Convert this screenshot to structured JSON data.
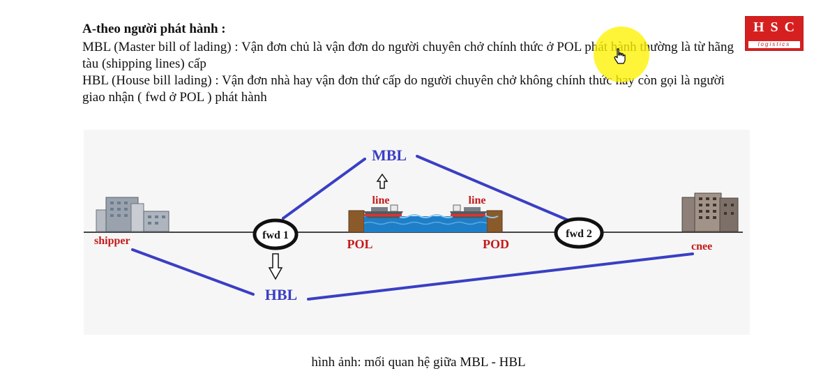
{
  "document": {
    "heading": "A-theo người phát hành :",
    "paragraphs": [
      "MBL (Master bill of lading) : Vận đơn chủ là vận đơn do người chuyên chở chính thức ở POL phát hành thường là từ hãng tàu (shipping lines) cấp",
      "HBL (House bill lading) : Vận đơn nhà hay vận đơn thứ cấp do người chuyên chở không chính thức hay còn gọi là người giao nhận ( fwd ở POL ) phát hành"
    ],
    "caption": "hình ảnh: mối quan hệ giữa MBL - HBL"
  },
  "logo": {
    "main": "HSC",
    "sub": "logistics",
    "color": "#d62020"
  },
  "diagram": {
    "labels": {
      "mbl": "MBL",
      "hbl": "HBL",
      "fwd1": "fwd 1",
      "fwd2": "fwd 2",
      "shipper": "shipper",
      "cnee": "cnee",
      "pol": "POL",
      "pod": "POD",
      "line_left": "line",
      "line_right": "line"
    },
    "colors": {
      "connector": "#3a3fc4",
      "label_red": "#c41a1a",
      "water": "#1e7fc8"
    }
  }
}
